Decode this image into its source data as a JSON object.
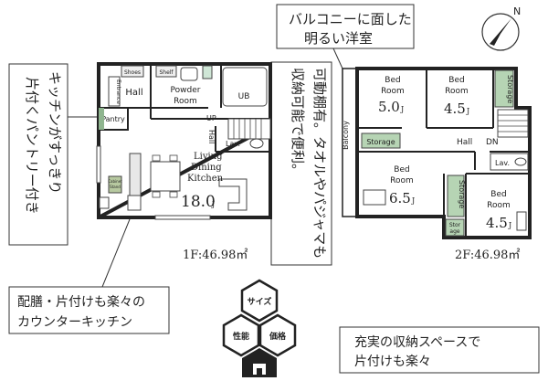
{
  "callouts": {
    "balcony_room_line1": "バルコニーに面した",
    "balcony_room_line2": "明るい洋室",
    "kitchen_line1": "キッチンがすっきり",
    "kitchen_line2": "片付くパントリー付き",
    "shelf_line1": "可動棚有。タオルやパジャマも",
    "shelf_line2": "収納可能で便利。",
    "counter_line1": "配膳・片付けも楽々の",
    "counter_line2": "カウンターキッチン",
    "storage_line1": "充実の収納スペースで",
    "storage_line2": "片付けも楽々"
  },
  "badges": {
    "size": "サイズ",
    "performance": "性能",
    "price": "価格"
  },
  "compass": {
    "north_label": "N"
  },
  "floor1": {
    "area_label": "1F:46.98㎡",
    "rooms": {
      "shoes": "Shoes",
      "shelf": "Shelf",
      "entrance": "Entrance",
      "hall": "Hall",
      "powder_room_line1": "Powder",
      "powder_room_line2": "Room",
      "ub": "UB",
      "pantry": "Pantry",
      "up": "UP",
      "hall_vertical": "Hall",
      "lav": "Lav.",
      "ldk_line1": "Living",
      "ldk_line2": "Dining",
      "ldk_line3": "Kitchen",
      "ldk_size": "18.0",
      "ldk_unit": "J",
      "cabinet_line1": "Cabinet",
      "cabinet_line2": "Stand"
    }
  },
  "floor2": {
    "area_label": "2F:46.98㎡",
    "rooms": {
      "bed1_line1": "Bed",
      "bed1_line2": "Room",
      "bed1_size": "5.0",
      "bed1_unit": "J",
      "bed2_line1": "Bed",
      "bed2_line2": "Room",
      "bed2_size": "4.5",
      "bed2_unit": "J",
      "bed3_line1": "Bed",
      "bed3_line2": "Room",
      "bed3_size": "6.5",
      "bed3_unit": "J",
      "bed4_line1": "Bed",
      "bed4_line2": "Room",
      "bed4_size": "4.5",
      "bed4_unit": "J",
      "storage_top": "Storage",
      "storage_left": "Storage",
      "storage_mid": "Storage",
      "storage_small_line1": "Stor",
      "storage_small_line2": "age",
      "hall": "Hall",
      "dn": "DN",
      "lav": "Lav.",
      "balcony": "Balcony"
    }
  }
}
